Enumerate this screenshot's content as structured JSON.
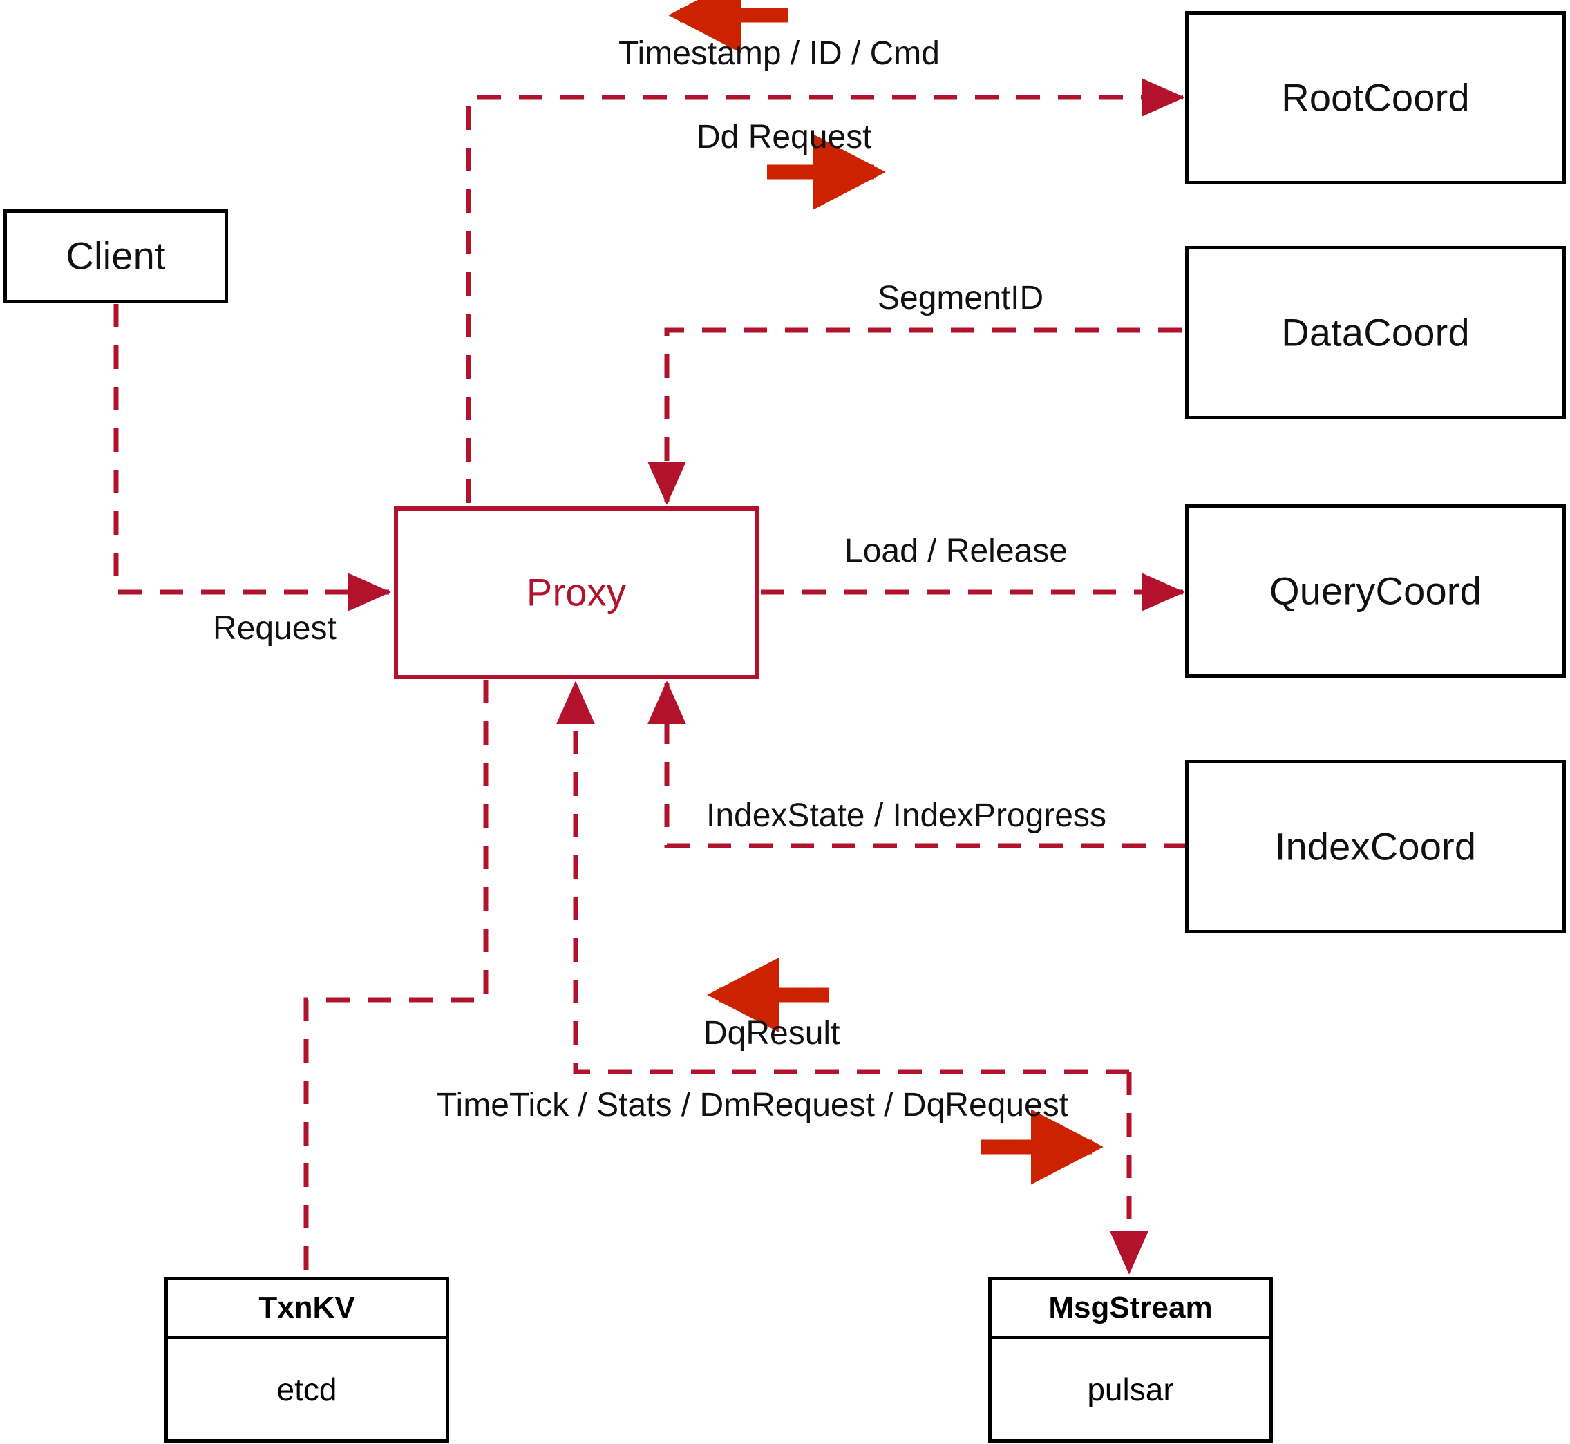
{
  "diagram": {
    "title": "Proxy component interaction diagram",
    "colors": {
      "node_border_black": "#000000",
      "proxy_red": "#b3122c",
      "dashed_red": "#b3122c",
      "solid_arrow_red": "#cc2200",
      "background": "#ffffff",
      "text": "#111111"
    }
  },
  "nodes": {
    "client": {
      "label": "Client"
    },
    "proxy": {
      "label": "Proxy"
    },
    "root_coord": {
      "label": "RootCoord"
    },
    "data_coord": {
      "label": "DataCoord"
    },
    "query_coord": {
      "label": "QueryCoord"
    },
    "index_coord": {
      "label": "IndexCoord"
    },
    "txnkv": {
      "header": "TxnKV",
      "body": "etcd"
    },
    "msgstream": {
      "header": "MsgStream",
      "body": "pulsar"
    }
  },
  "edge_labels": {
    "timestamp_id_cmd": "Timestamp / ID / Cmd",
    "dd_request": "Dd Request",
    "segment_id": "SegmentID",
    "request": "Request",
    "load_release": "Load / Release",
    "index_state_progress": "IndexState / IndexProgress",
    "dq_result": "DqResult",
    "timetick_stats": "TimeTick / Stats / DmRequest / DqRequest"
  },
  "direction_markers": [
    {
      "name": "timestamp-id-cmd-direction",
      "points": "left"
    },
    {
      "name": "dd-request-direction",
      "points": "right"
    },
    {
      "name": "dq-result-direction",
      "points": "left"
    },
    {
      "name": "timetick-stats-direction",
      "points": "right"
    }
  ]
}
